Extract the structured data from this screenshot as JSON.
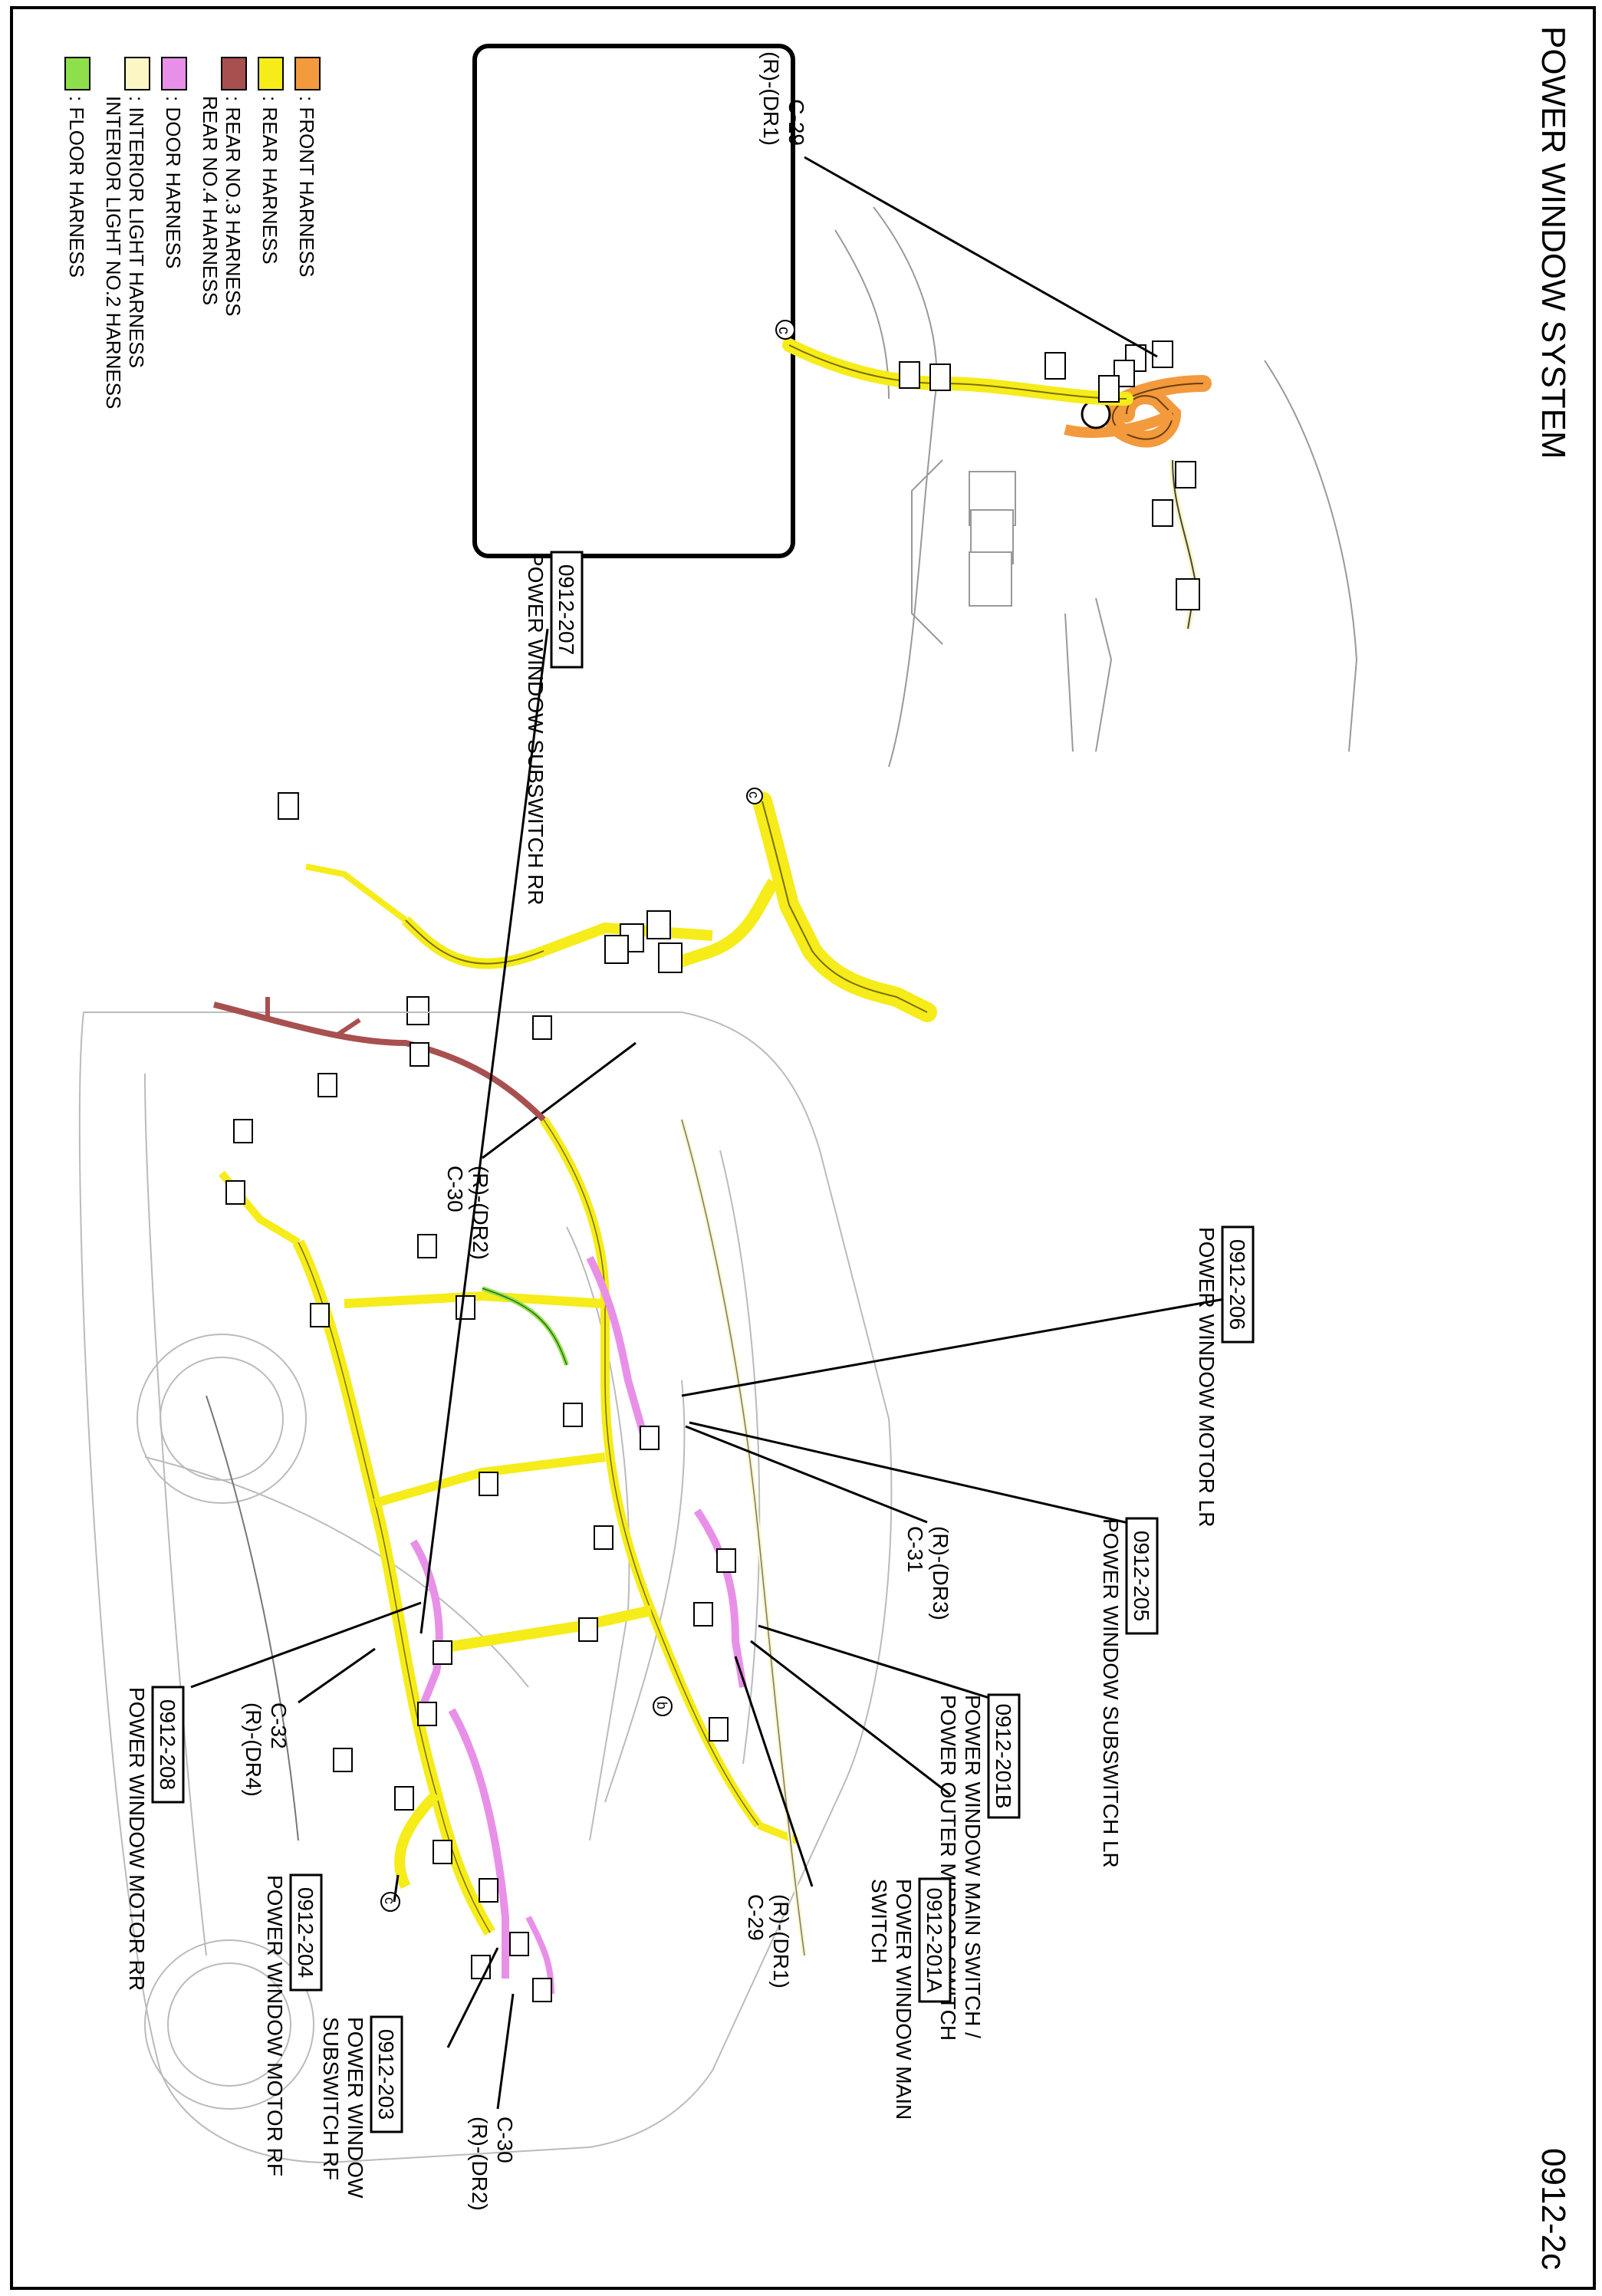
{
  "header": {
    "title": "POWER WINDOW SYSTEM",
    "page_code": "0912-2c"
  },
  "legend": {
    "items": [
      {
        "color": "#f39a3d",
        "lines": [
          ": FRONT HARNESS"
        ]
      },
      {
        "color": "#f5ec1a",
        "lines": [
          ": REAR HARNESS"
        ]
      },
      {
        "color": "#a85050",
        "lines": [
          ": REAR NO.3 HARNESS",
          "REAR NO.4 HARNESS"
        ]
      },
      {
        "color": "#e890e8",
        "lines": [
          ": DOOR HARNESS"
        ]
      },
      {
        "color": "#fbf6c4",
        "lines": [
          ": INTERIOR LIGHT HARNESS",
          "INTERIOR LIGHT NO.2 HARNESS"
        ]
      },
      {
        "color": "#8ee04a",
        "lines": [
          ": FLOOR HARNESS"
        ]
      }
    ]
  },
  "callouts": {
    "c29_top": {
      "code": "C-29",
      "sub": "(R)-(DR1)"
    },
    "c30_top": {
      "code": "C-30",
      "sub": "(R)-(DR2)"
    },
    "c31": {
      "code": "C-31",
      "sub": "(R)-(DR3)"
    },
    "c32": {
      "code": "C-32",
      "sub": "(R)-(DR4)"
    },
    "c29_bottom": {
      "code": "C-29",
      "sub": "(R)-(DR1)"
    },
    "c30_bottom": {
      "code": "C-30",
      "sub": "(R)-(DR2)"
    }
  },
  "refs": {
    "r207": {
      "code": "0912-207",
      "lines": [
        "POWER WINDOW SUBSWITCH RR"
      ]
    },
    "r206": {
      "code": "0912-206",
      "lines": [
        "POWER WINDOW MOTOR LR"
      ]
    },
    "r205": {
      "code": "0912-205",
      "lines": [
        "POWER WINDOW SUBSWITCH LR"
      ]
    },
    "r201b": {
      "code": "0912-201B",
      "lines": [
        "POWER WINDOW MAIN SWITCH /",
        "POWER OUTER MIRROR SWITCH"
      ]
    },
    "r201a": {
      "code": "0912-201A",
      "lines": [
        "POWER WINDOW MAIN",
        "SWITCH"
      ]
    },
    "r208": {
      "code": "0912-208",
      "lines": [
        "POWER WINDOW MOTOR RR"
      ]
    },
    "r204": {
      "code": "0912-204",
      "lines": [
        "POWER WINDOW MOTOR RF"
      ]
    },
    "r203": {
      "code": "0912-203",
      "lines": [
        "POWER WINDOW",
        "SUBSWITCH RF"
      ]
    }
  },
  "markers": {
    "b": "b",
    "c": "c"
  }
}
